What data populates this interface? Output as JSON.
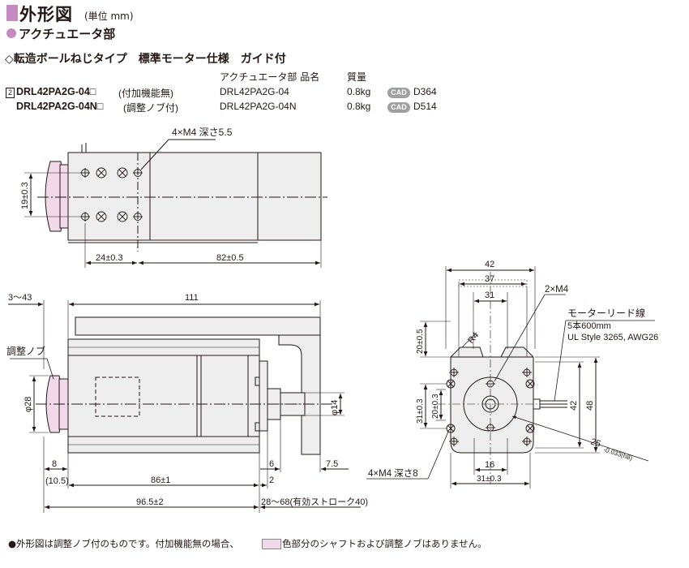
{
  "header": {
    "title": "外形図",
    "unit": "(単位 mm)",
    "section": "アクチュエータ部",
    "series": "◇転造ボールねじタイプ　標準モーター仕様　ガイド付"
  },
  "table": {
    "col_part_no": "アクチュエータ部 品名",
    "col_mass": "質量",
    "rows": [
      {
        "num": "2",
        "model": "DRL42PA2G-04□",
        "note": "(付加機能無)",
        "part": "DRL42PA2G-04",
        "mass": "0.8kg",
        "cad_label": "CAD",
        "cad": "D364"
      },
      {
        "num": "",
        "model": "DRL42PA2G-04N□",
        "note": "(調整ノブ付)",
        "part": "DRL42PA2G-04N",
        "mass": "0.8kg",
        "cad_label": "CAD",
        "cad": "D514"
      }
    ]
  },
  "top_view": {
    "hole_note": "4×M4 深さ5.5",
    "dim_height": "19±0.3",
    "dim_left": "24±0.3",
    "dim_right": "82±0.5"
  },
  "side_view": {
    "dim_stroke_range": "3～43",
    "dim_total": "111",
    "knob_label": "調整ノブ",
    "dim_knob_dia": "φ28",
    "dim_shaft_dia": "φ14",
    "dim_8": "8",
    "dim_10_5": "(10.5)",
    "dim_86": "86±1",
    "dim_96_5": "96.5±2",
    "dim_6": "6",
    "dim_2": "2",
    "dim_7_5": "7.5",
    "dim_stroke": "28～68(有効ストローク40)"
  },
  "end_view": {
    "dim_42_top": "42",
    "dim_37": "37",
    "dim_31_top": "31",
    "hole_2xm4": "2×M4",
    "radius": "R4",
    "lead_title": "モーターリード線",
    "lead_spec1": "5本600mm",
    "lead_spec2": "UL Style 3265, AWG26",
    "dim_20_top": "20±0.5",
    "dim_31_left": "31±0.3",
    "dim_20_left": "20±0.3",
    "dim_42_right": "42",
    "dim_48": "48",
    "dim_25": "25",
    "dim_25_tol": "-0.033(h8)",
    "dim_16": "16",
    "hole_4xm4": "4×M4 深さ8",
    "dim_31_bottom": "31±0.3"
  },
  "footer": {
    "note_a": "●外形図は調整ノブ付のものです。付加機能無の場合、",
    "note_b": "色部分のシャフトおよび調整ノブはありません。"
  },
  "colors": {
    "accent": "#c58bc0",
    "knob_fill": "#f1d9ea",
    "body_fill": "#eeeeee",
    "line": "#231815"
  }
}
